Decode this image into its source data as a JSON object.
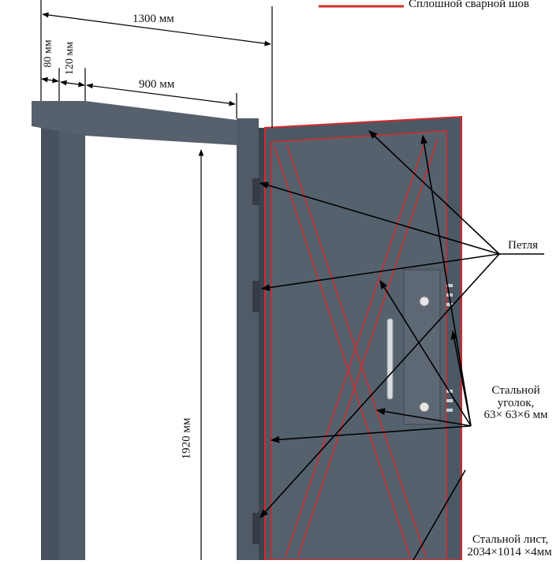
{
  "legend": {
    "weld_label": "Сплошной сварной шов",
    "weld_color": "#d42b2b"
  },
  "dimensions": {
    "total_width": "1300 мм",
    "frame_side": "80 мм",
    "frame_inner": "120 мм",
    "opening_width": "900 мм",
    "opening_height": "1920 мм"
  },
  "callouts": {
    "hinge": "Петля",
    "angle_line1": "Стальной",
    "angle_line2": "уголок,",
    "angle_line3": "63× 63×6 мм",
    "sheet_line1": "Стальной лист,",
    "sheet_line2": "2034×1014 ×4мм"
  },
  "colors": {
    "steel": "#4b5663",
    "steel_dark": "#2f3740",
    "steel_light": "#66717e",
    "weld": "#d42b2b",
    "line": "#000000"
  }
}
